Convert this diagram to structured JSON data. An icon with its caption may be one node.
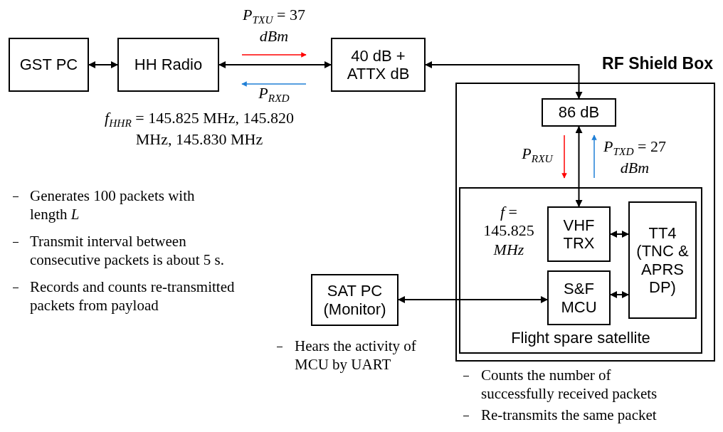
{
  "diagram": {
    "nodes": [
      {
        "text": [
          "GST PC"
        ]
      },
      {
        "text": [
          "HH Radio"
        ]
      },
      {
        "text": [
          "40 dB + ATTX dB"
        ]
      },
      {
        "text": [
          "RF Shield Box"
        ]
      },
      {
        "text": [
          "86 dB"
        ],
        "in": 3
      },
      {
        "text": [
          "Flight spare satellite"
        ],
        "in": 3
      },
      {
        "text": [
          "VHF TRX"
        ],
        "in": 5
      },
      {
        "text": [
          "TT4 (TNC & APRS DP)"
        ],
        "in": 5
      },
      {
        "text": [
          "S&F MCU"
        ],
        "in": 5
      },
      {
        "text": [
          "SAT PC (Monitor)"
        ],
        "beside": [
          "Hears the activity of MCU by UART"
        ]
      }
    ],
    "edges": [
      {
        "from": 0,
        "to": 1,
        "arrow": "both"
      },
      {
        "from": 1,
        "to": 2,
        "arrow": "both"
      },
      {
        "from": 2,
        "to": 4,
        "arrow": "both"
      },
      {
        "from": 4,
        "to": 6,
        "arrow": "both"
      },
      {
        "from": 6,
        "to": 7,
        "arrow": "both"
      },
      {
        "from": 8,
        "to": 7,
        "arrow": "both"
      },
      {
        "from": 9,
        "to": 8,
        "arrow": "both"
      }
    ],
    "labels": [
      "*P*$_{TXU}$ = 37 *dBm*",
      "*P*$_{RXD}$",
      "*f*$_{HHR}$ = 145.825 MHz, 145.820 MHz, 145.830 MHz",
      "Generates 100 packets with length *L*",
      "Transmit interval between consecutive packets is about 5 s.",
      "Records and counts re-transmitted packets from payload",
      "*P*$_{RXU}$",
      "*P*$_{TXD}$ = 27 *dBm*",
      "*f* = 145.825 *MHz*",
      "Counts the number of successfully received packets",
      "Re-transmits the same packet"
    ]
  }
}
